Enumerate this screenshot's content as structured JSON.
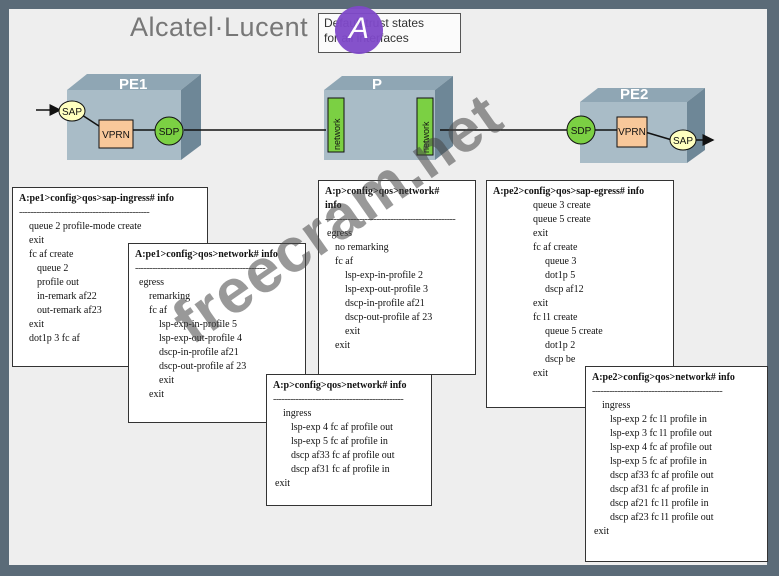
{
  "logo": {
    "text": "Alcatel·Lucent",
    "emblem": "A"
  },
  "note": {
    "line1": "Default trust states",
    "line2": "for all interfaces"
  },
  "devices": {
    "pe1": {
      "label": "PE1",
      "sap": "SAP",
      "vprn": "VPRN",
      "sdp": "SDP"
    },
    "p": {
      "label": "P",
      "net_left": "network",
      "net_right": "network"
    },
    "pe2": {
      "label": "PE2",
      "sap": "SAP",
      "vprn": "VPRN",
      "sdp": "SDP"
    }
  },
  "configs": {
    "pe1_sap_ingress": {
      "header": "A:pe1>config>qos>sap-ingress# info",
      "dash": "----------------------------------------------",
      "lines": [
        "queue 2 profile-mode create",
        "exit",
        "fc af create",
        "queue 2",
        "profile out",
        "in-remark af22",
        "out-remark af23",
        "exit",
        "dot1p 3  fc af"
      ]
    },
    "pe1_network": {
      "header": "A:pe1>config>qos>network# info",
      "dash": "----------------------------------------------",
      "lines": [
        "egress",
        "remarking",
        "fc af",
        "lsp-exp-in-profile 5",
        "lsp-exp-out-profile 4",
        "dscp-in-profile af21",
        "dscp-out-profile af 23",
        "exit",
        "exit"
      ]
    },
    "p_network_egress": {
      "header": "A:p>config>qos>network#",
      "header2": "info",
      "dash": "----------------------------------------------",
      "lines": [
        "egress",
        "no remarking",
        "fc af",
        "lsp-exp-in-profile 2",
        "lsp-exp-out-profile 3",
        "dscp-in-profile af21",
        "dscp-out-profile af 23",
        "exit",
        "exit"
      ]
    },
    "p_network_ingress": {
      "header": "A:p>config>qos>network# info",
      "dash": "----------------------------------------------",
      "lines": [
        "ingress",
        "lsp-exp 4 fc af profile out",
        "lsp-exp 5 fc af profile in",
        "dscp af33 fc af profile out",
        "dscp af31 fc af profile in",
        "exit"
      ]
    },
    "pe2_sap_egress": {
      "header": "A:pe2>config>qos>sap-egress# info",
      "lines": [
        "queue 3 create",
        "queue 5 create",
        "exit",
        "fc af create",
        "queue 3",
        "dot1p 5",
        "dscp af12",
        "exit",
        "fc l1 create",
        "queue 5 create",
        "dot1p 2",
        "dscp be",
        "exit"
      ]
    },
    "pe2_network": {
      "header": "A:pe2>config>qos>network# info",
      "dash": "----------------------------------------------",
      "lines": [
        "ingress",
        "lsp-exp 2 fc l1 profile in",
        "lsp-exp 3 fc l1 profile out",
        "lsp-exp 4 fc af profile out",
        "lsp-exp 5 fc af profile in",
        "dscp af33 fc af profile out",
        "dscp af31 fc af profile in",
        "dscp af21 fc l1 profile in",
        "dscp af23 fc l1 profile out",
        "exit"
      ]
    }
  },
  "watermark": "freecram.net"
}
